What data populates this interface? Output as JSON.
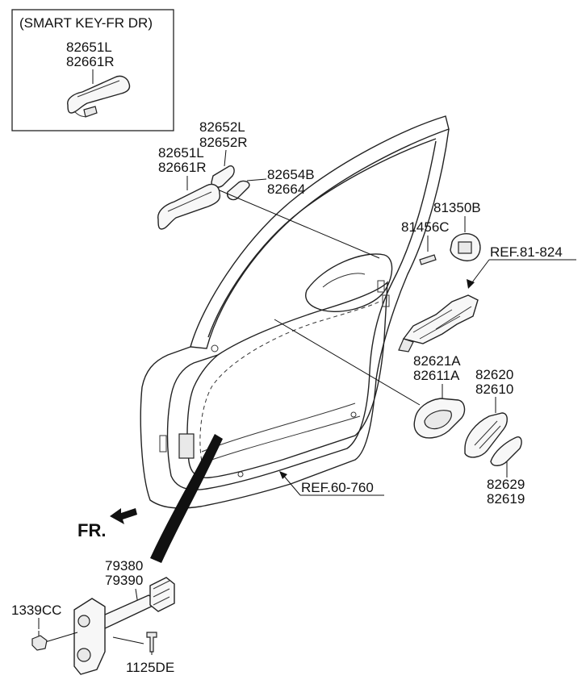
{
  "inset": {
    "title": "(SMART KEY-FR DR)",
    "part_l": "82651L",
    "part_r": "82661R"
  },
  "labels": {
    "handle_cover_l": "82652L",
    "handle_cover_r": "82652R",
    "outside_handle_l": "82651L",
    "outside_handle_r": "82661R",
    "gasket_a": "82654B",
    "gasket_b": "82664",
    "base_a": "81350B",
    "bolt": "81456C",
    "ref_latch": "REF.81-824",
    "inside_handle_a": "82621A",
    "inside_handle_b": "82611A",
    "bezel_a": "82620",
    "bezel_b": "82610",
    "cover_a": "82629",
    "cover_b": "82619",
    "ref_weatherstrip": "REF.60-760",
    "front": "FR.",
    "checker_a": "79380",
    "checker_b": "79390",
    "nut": "1339CC",
    "screw": "1125DE"
  }
}
